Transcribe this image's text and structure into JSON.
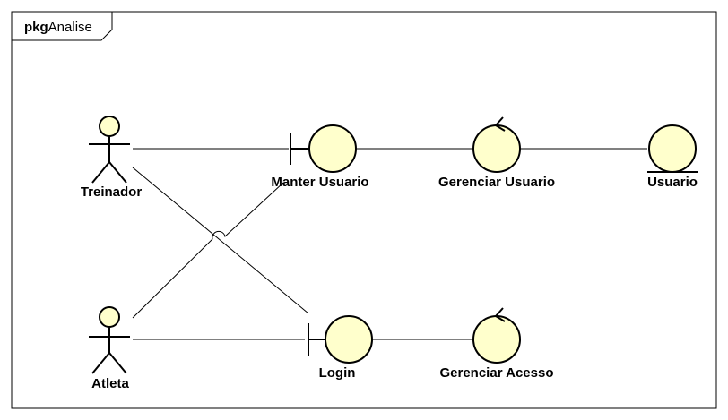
{
  "package": {
    "keyword": "pkg",
    "name": "Analise"
  },
  "colors": {
    "fill": "#FFFFCC",
    "stroke": "#000000",
    "background": "#FFFFFF"
  },
  "actors": [
    {
      "id": "treinador",
      "label": "Treinador"
    },
    {
      "id": "atleta",
      "label": "Atleta"
    }
  ],
  "boundaries": [
    {
      "id": "manter-usuario",
      "label": "Manter Usuario"
    },
    {
      "id": "login",
      "label": "Login"
    }
  ],
  "controls": [
    {
      "id": "gerenciar-usuario",
      "label": "Gerenciar Usuario"
    },
    {
      "id": "gerenciar-acesso",
      "label": "Gerenciar Acesso"
    }
  ],
  "entities": [
    {
      "id": "usuario",
      "label": "Usuario"
    }
  ],
  "links": [
    {
      "from": "treinador",
      "to": "manter-usuario"
    },
    {
      "from": "treinador",
      "to": "login"
    },
    {
      "from": "atleta",
      "to": "manter-usuario"
    },
    {
      "from": "atleta",
      "to": "login"
    },
    {
      "from": "manter-usuario",
      "to": "gerenciar-usuario"
    },
    {
      "from": "gerenciar-usuario",
      "to": "usuario"
    },
    {
      "from": "login",
      "to": "gerenciar-acesso"
    }
  ]
}
